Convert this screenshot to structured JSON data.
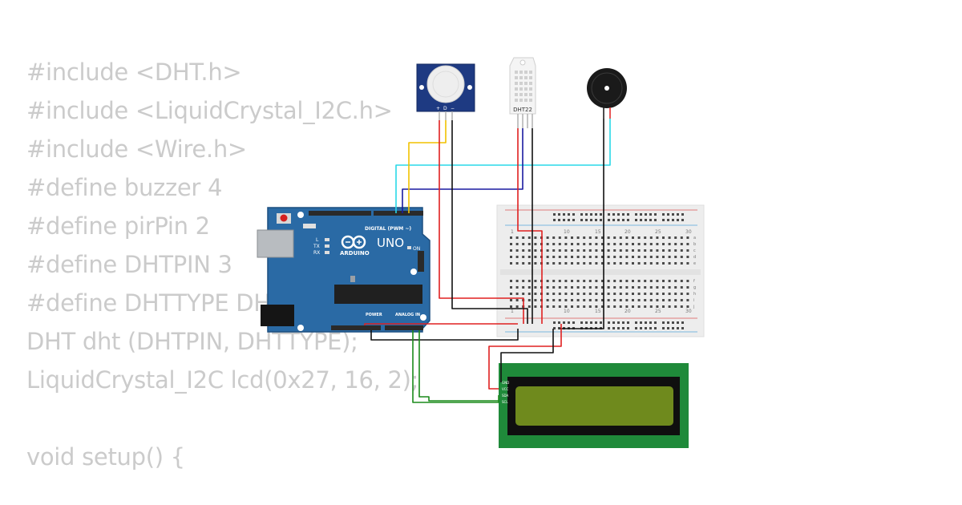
{
  "code": {
    "lines": [
      "#include <DHT.h>",
      "#include <LiquidCrystal_I2C.h>",
      "#include <Wire.h>",
      "#define buzzer 4",
      "#define pirPin 2",
      "#define DHTPIN 3",
      "#define DHTTYPE DHT22",
      "DHT dht (DHTPIN, DHTTYPE);",
      "LiquidCrystal_I2C lcd(0x27, 16, 2);",
      "",
      "void setup() {"
    ]
  },
  "arduino": {
    "model_label": "UNO",
    "brand_label": "ARDUINO",
    "digital_label": "DIGITAL (PWM ~)",
    "power_label": "POWER",
    "analog_label": "ANALOG IN",
    "on_label": "ON",
    "led_labels": [
      "L",
      "TX",
      "RX"
    ],
    "color": "#2a6aa5"
  },
  "dht_sensor": {
    "label": "DHT22"
  },
  "pir_sensor": {
    "pin_labels": [
      "+",
      "D",
      "−"
    ]
  },
  "breadboard": {
    "column_numbers": [
      "1",
      "10",
      "15",
      "20",
      "25",
      "30"
    ],
    "row_letters_top": [
      "a",
      "b",
      "c",
      "d",
      "e"
    ],
    "row_letters_bottom": [
      "f",
      "g",
      "h",
      "i",
      "j"
    ]
  },
  "lcd": {
    "pin_labels": [
      "GND",
      "VCC",
      "SDA",
      "SCL"
    ],
    "board_color": "#1f8a3a",
    "screen_color": "#6f8a1d"
  },
  "wire_colors": {
    "power": "#e02020",
    "ground": "#111111",
    "pir_signal": "#f2c200",
    "buzzer_signal": "#2ad8e8",
    "dht_signal": "#1a1aa0",
    "i2c": "#1a8a1a"
  }
}
